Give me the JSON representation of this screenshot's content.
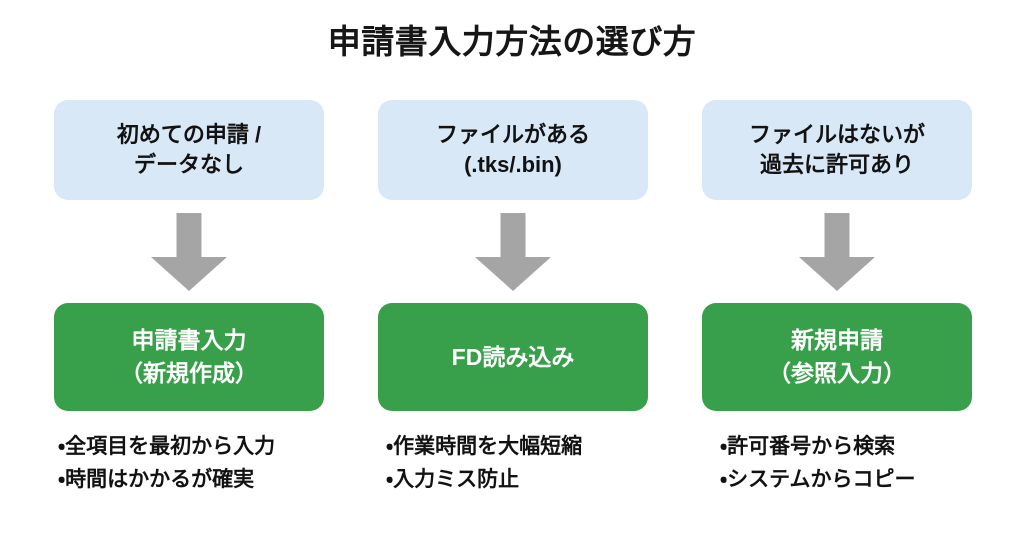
{
  "title": "申請書入力方法の選び方",
  "colors": {
    "condition_box": "#d8e8f7",
    "action_box": "#38a04a",
    "arrow": "#a5a5a5",
    "text_dark": "#121212",
    "text_light": "#ffffff",
    "background": "#ffffff"
  },
  "arrow_icon_name": "arrow-down-icon",
  "columns": [
    {
      "condition": {
        "lines": [
          "初めての申請 /",
          "データなし"
        ]
      },
      "action": {
        "lines": [
          "申請書入力",
          "（新規作成）"
        ]
      },
      "bullets": [
        "・全項目を最初から入力",
        "・時間はかかるが確実"
      ]
    },
    {
      "condition": {
        "lines": [
          "ファイルがある",
          "(.tks/.bin)"
        ]
      },
      "action": {
        "lines": [
          "FD読み込み"
        ]
      },
      "bullets": [
        "・作業時間を大幅短縮",
        "・入力ミス防止"
      ]
    },
    {
      "condition": {
        "lines": [
          "ファイルはないが",
          "過去に許可あり"
        ]
      },
      "action": {
        "lines": [
          "新規申請",
          "（参照入力）"
        ]
      },
      "bullets": [
        "・許可番号から検索",
        "・システムからコピー"
      ]
    }
  ]
}
